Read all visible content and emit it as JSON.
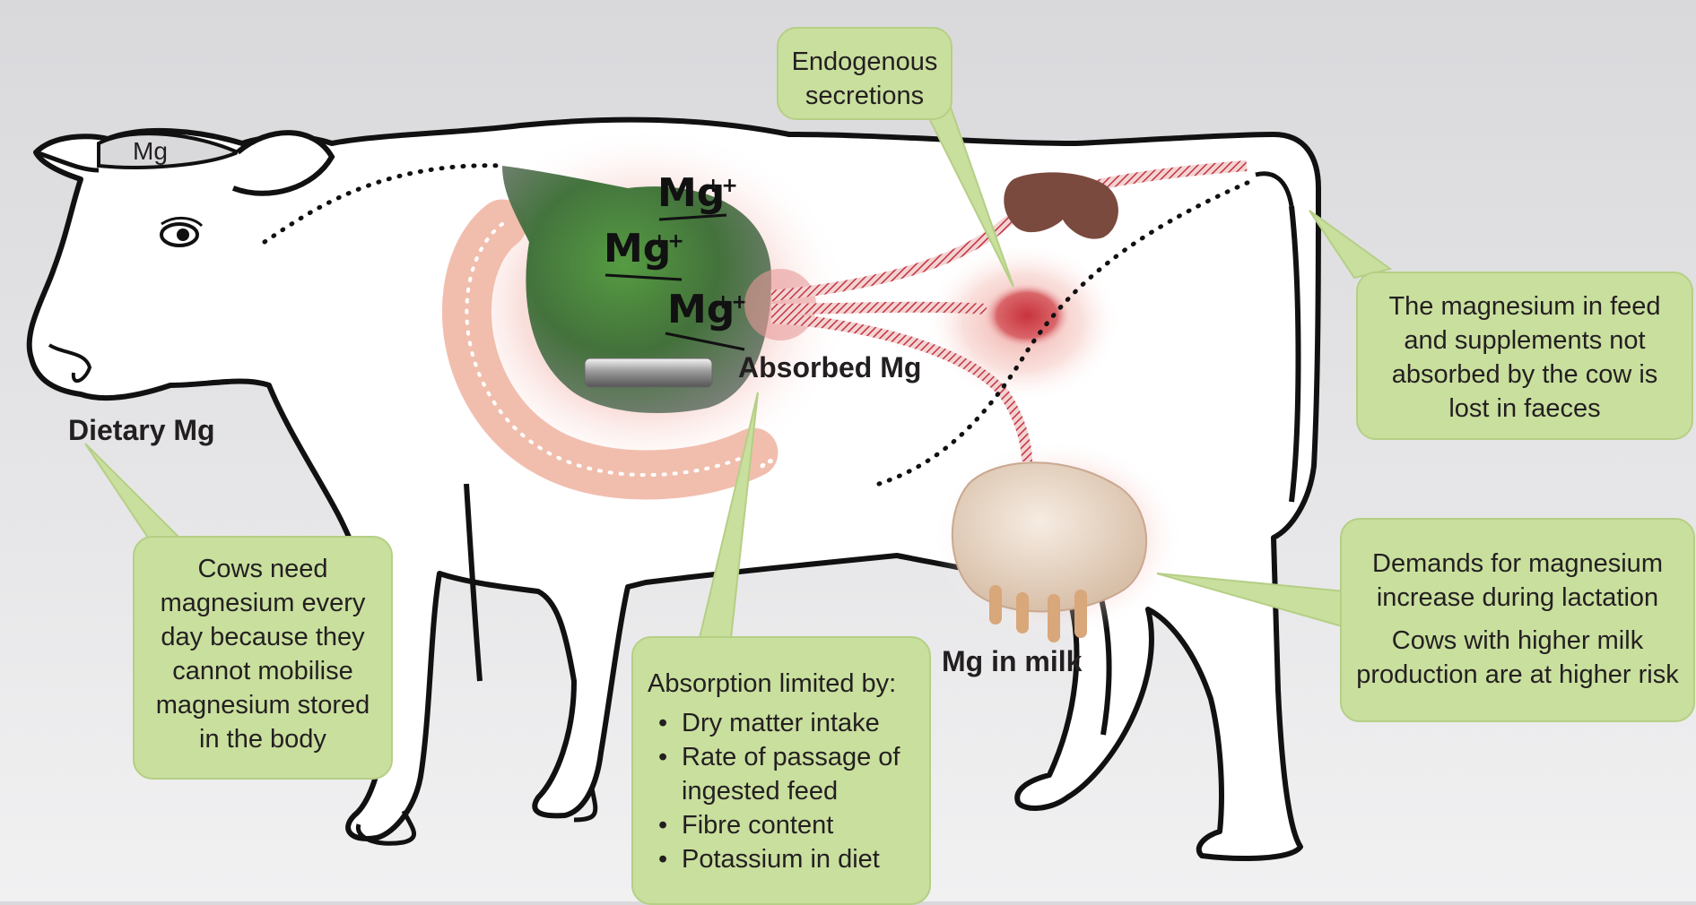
{
  "labels": {
    "head_mg": "Mg",
    "dietary_mg": "Dietary Mg",
    "absorbed_mg": "Absorbed Mg",
    "mg_in_milk": "Mg in milk",
    "ion": "Mg",
    "ion_charge": "++"
  },
  "boxes": {
    "endogenous": "Endogenous secretions",
    "faeces": "The magnesium in feed and supplements not absorbed by the cow is lost in faeces",
    "daily_need": "Cows need magnesium every day because they cannot mobilise magnesium stored in the body",
    "lactation_line1": "Demands for magnesium increase during lactation",
    "lactation_line2": "Cows with higher milk production are at higher risk",
    "absorption_title": "Absorption limited by:",
    "absorption_items": [
      "Dry matter intake",
      "Rate of passage of ingested feed",
      "Fibre content",
      "Potassium in diet"
    ],
    "bullet": "•"
  },
  "colors": {
    "callout_fill": "#c9df9e",
    "outline": "#111111",
    "blood_red": "#c3343f",
    "kidney_brown": "#7b4a3e",
    "rumen_green": "#3f7d33",
    "udder": "#ead7c6"
  }
}
